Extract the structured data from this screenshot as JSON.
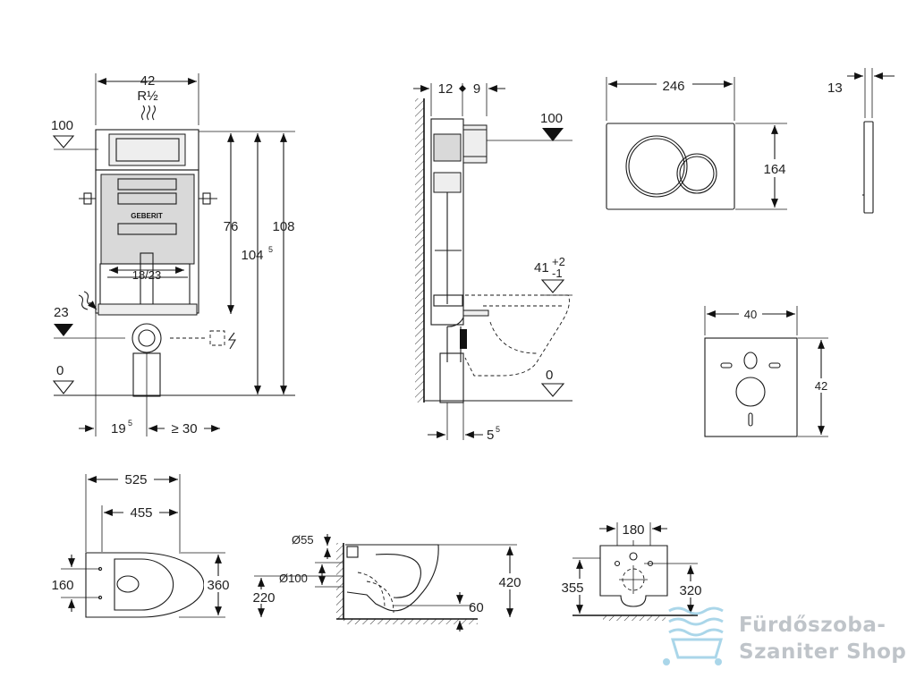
{
  "frame": {
    "width_top": "42",
    "pipe": "R½",
    "cistern_level": "100",
    "height_76": "76",
    "height_104": "104",
    "height_104_sup": "5",
    "height_108": "108",
    "bracket": "18/23",
    "drain_level": "23",
    "floor_level": "0",
    "offset_19": "19",
    "offset_19_sup": "5",
    "min_30": "≥ 30",
    "brand_plate": "GEBERIT"
  },
  "side": {
    "depth_12": "12",
    "depth_9": "9",
    "level_100": "100",
    "level_41": "41",
    "tol_plus": "+2",
    "tol_minus": "-1",
    "floor_level": "0",
    "offset_5": "5",
    "offset_5_sup": "5"
  },
  "flush_plate": {
    "width": "246",
    "height": "164",
    "thickness": "13"
  },
  "soundproof_pad": {
    "width": "40",
    "height": "42"
  },
  "wc_top": {
    "length_525": "525",
    "length_455": "455",
    "fix_160": "160",
    "width_360": "360"
  },
  "wc_side": {
    "d55": "Ø55",
    "d100": "Ø100",
    "h220": "220",
    "h420": "420",
    "h60": "60"
  },
  "wc_rear": {
    "w180": "180",
    "h355": "355",
    "h320": "320"
  },
  "watermark": {
    "line1": "Fürdőszoba-",
    "line2": "Szaniter Shop",
    "color": "#bfc4c9"
  }
}
